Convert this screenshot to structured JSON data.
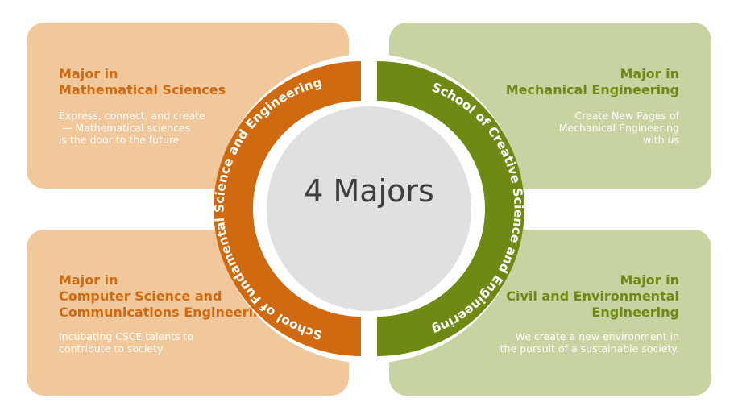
{
  "center": {
    "label": "4 Majors"
  },
  "ring": {
    "left_school": "School of Fundamental Science and Engineering",
    "right_school": "School of Creative Science and Engineering",
    "colors": {
      "orange": "#d06a10",
      "green": "#6e8a15",
      "inner": "#e0e0e2"
    }
  },
  "cards": {
    "math": {
      "title": [
        "Major in",
        "Mathematical Sciences"
      ],
      "desc": [
        "Express, connect, and create",
        " — Mathematical sciences",
        "is the door to the future"
      ]
    },
    "mech": {
      "title": [
        "Major in",
        "Mechanical Engineering"
      ],
      "desc": [
        "Create New Pages of",
        "Mechanical Engineering",
        "with us"
      ]
    },
    "cs": {
      "title": [
        "Major in",
        "Computer Science and",
        "Communications Engineering"
      ],
      "desc": [
        "Incubating CSCE talents to",
        "contribute to society"
      ]
    },
    "civil": {
      "title": [
        "Major in",
        "Civil and Environmental",
        "Engineering"
      ],
      "desc": [
        "We create a new environment in",
        "the pursuit of a sustainable society."
      ]
    }
  }
}
